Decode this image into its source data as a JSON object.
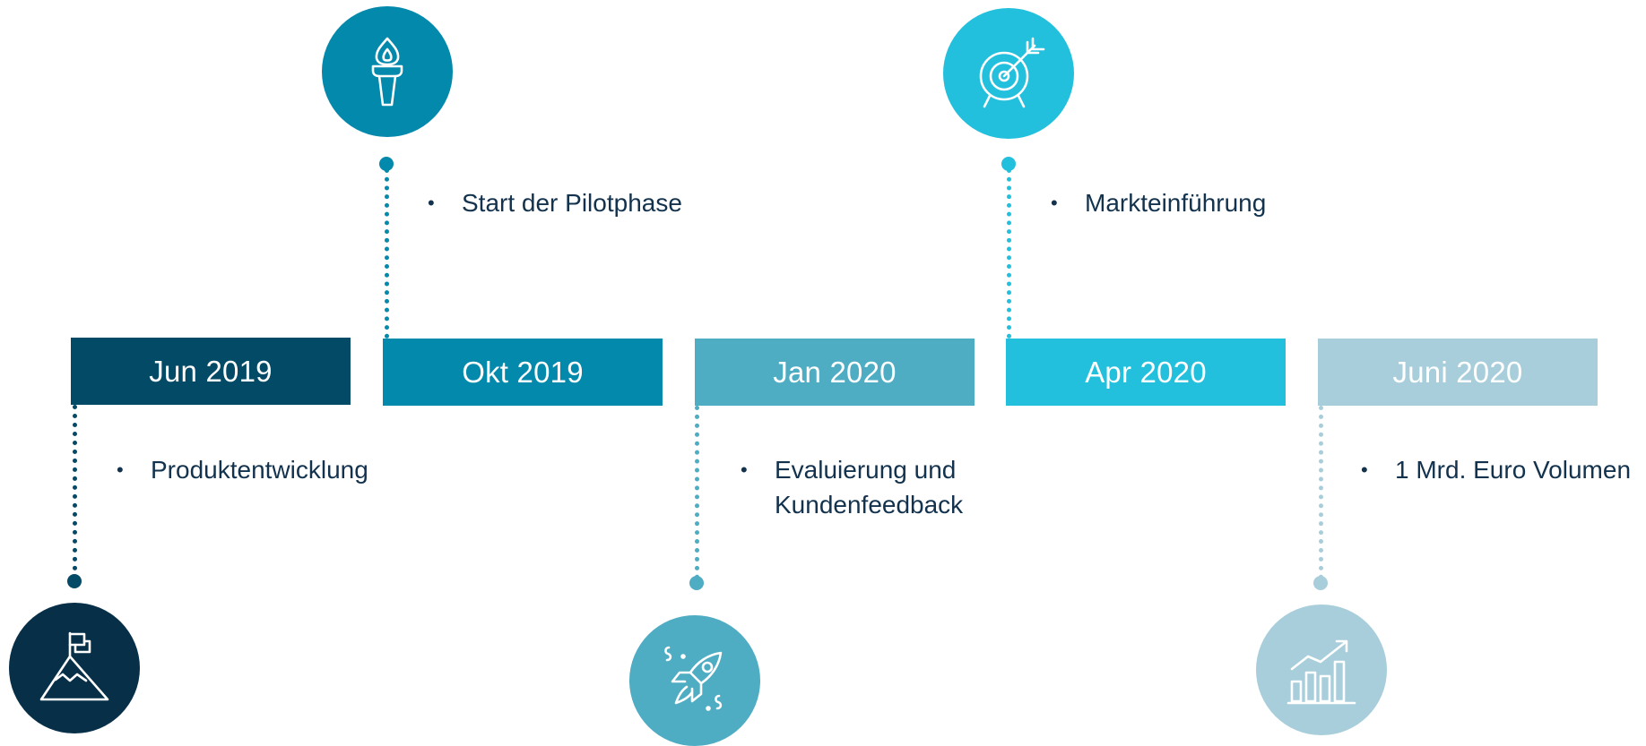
{
  "milestones": [
    {
      "date": "Jun 2019",
      "note": "Produktentwicklung",
      "icon": "mountain-flag-icon",
      "color": "#034a66"
    },
    {
      "date": "Okt 2019",
      "note": "Start der Pilotphase",
      "icon": "torch-icon",
      "color": "#0289ab"
    },
    {
      "date": "Jan 2020",
      "note": "Evaluierung und\nKundenfeedback",
      "icon": "rocket-icon",
      "color": "#4eacc3"
    },
    {
      "date": "Apr 2020",
      "note": "Markteinführung",
      "icon": "target-icon",
      "color": "#22c0dd"
    },
    {
      "date": "Juni 2020",
      "note": "1 Mrd. Euro Volumen",
      "icon": "growth-chart-icon",
      "color": "#a8cedb"
    }
  ],
  "bullet": "•"
}
